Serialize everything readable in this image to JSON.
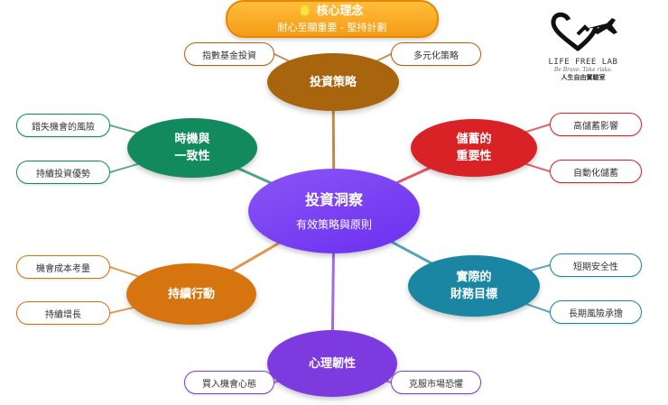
{
  "core": {
    "title": "核心理念",
    "subtitle": "耐心至關重要 - 堅持計劃",
    "icon": "lightbulb-icon"
  },
  "logo": {
    "brand": "LIFE FREE LAB",
    "tagline": "Be Brave. Take risks.",
    "chinese": "人生自由實驗室",
    "icon": "heart-plane-icon"
  },
  "center": {
    "title": "投資洞察",
    "subtitle": "有效策略與原則",
    "color": "#7b3ff2"
  },
  "branches": [
    {
      "id": "strategy",
      "title": "投資策略",
      "color": "#a8650e",
      "leaves": [
        "指數基金投資",
        "多元化策略"
      ]
    },
    {
      "id": "savings",
      "title": "儲蓄的\n重要性",
      "color": "#d82226",
      "leaves": [
        "高儲蓄影響",
        "自動化儲蓄"
      ]
    },
    {
      "id": "goals",
      "title": "實際的\n財務目標",
      "color": "#1a86a3",
      "leaves": [
        "短期安全性",
        "長期風險承擔"
      ]
    },
    {
      "id": "resilience",
      "title": "心理韌性",
      "color": "#7d3adf",
      "leaves": [
        "買入機會心態",
        "克服市場恐懼"
      ]
    },
    {
      "id": "action",
      "title": "持續行動",
      "color": "#d67410",
      "leaves": [
        "機會成本考量",
        "持續增長"
      ]
    },
    {
      "id": "timing",
      "title": "時機與\n一致性",
      "color": "#138a5e",
      "leaves": [
        "錯失機會的風險",
        "持續投資優勢"
      ]
    }
  ]
}
